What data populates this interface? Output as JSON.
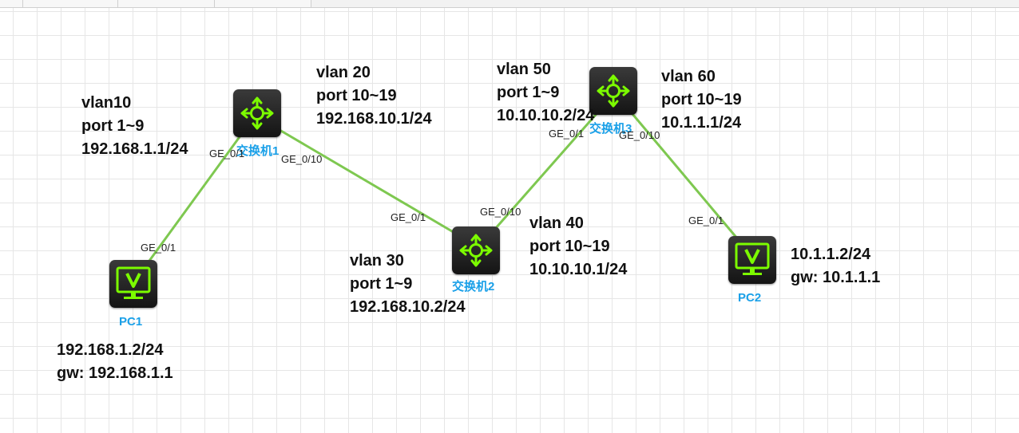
{
  "colors": {
    "link": "#7ec850",
    "device_label": "#1aa0e8",
    "icon_green": "#7cfc00"
  },
  "devices": {
    "pc1": {
      "label": "PC1",
      "icon": "monitor-icon"
    },
    "pc2": {
      "label": "PC2",
      "icon": "monitor-icon"
    },
    "sw1": {
      "label": "交换机1",
      "icon": "switch-arrows-icon"
    },
    "sw2": {
      "label": "交换机2",
      "icon": "switch-arrows-icon"
    },
    "sw3": {
      "label": "交换机3",
      "icon": "switch-arrows-icon"
    }
  },
  "ports": {
    "pc1_sw1_at_pc1": "GE_0/1",
    "pc1_sw1_at_sw1": "GE_0/1",
    "sw1_sw2_at_sw1": "GE_0/10",
    "sw1_sw2_at_sw2": "GE_0/1",
    "sw2_sw3_at_sw2": "GE_0/10",
    "sw2_sw3_at_sw3": "GE_0/1",
    "sw3_pc2_at_sw3": "GE_0/10",
    "sw3_pc2_at_pc2": "GE_0/1"
  },
  "notes": {
    "sw1_left": {
      "vlan": "vlan10",
      "ports": "port 1~9",
      "ip": "192.168.1.1/24"
    },
    "sw1_right": {
      "vlan": "vlan 20",
      "ports": "port 10~19",
      "ip": "192.168.10.1/24"
    },
    "sw2_left": {
      "vlan": "vlan 30",
      "ports": "port 1~9",
      "ip": "192.168.10.2/24"
    },
    "sw2_right": {
      "vlan": "vlan 40",
      "ports": "port 10~19",
      "ip": "10.10.10.1/24"
    },
    "sw3_left": {
      "vlan": "vlan 50",
      "ports": "port 1~9",
      "ip": "10.10.10.2/24"
    },
    "sw3_right": {
      "vlan": "vlan 60",
      "ports": "port 10~19",
      "ip": "10.1.1.1/24"
    },
    "pc1": {
      "ip": "192.168.1.2/24",
      "gw": "gw: 192.168.1.1"
    },
    "pc2": {
      "ip": "10.1.1.2/24",
      "gw": "gw: 10.1.1.1"
    }
  }
}
